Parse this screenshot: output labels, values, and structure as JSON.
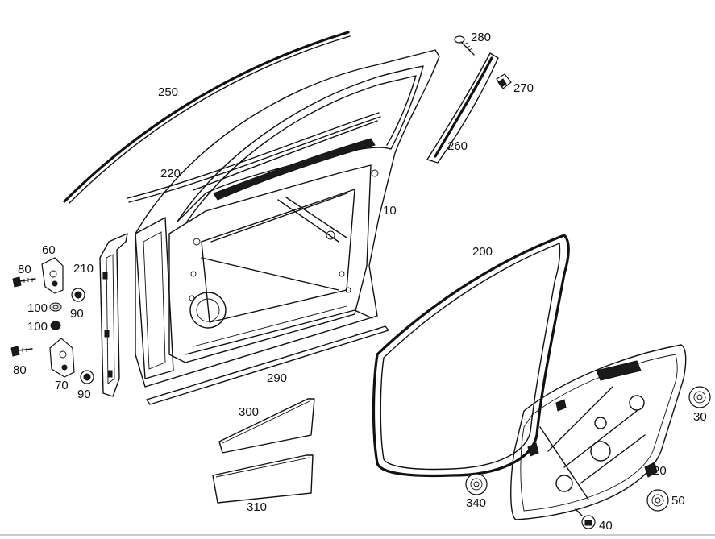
{
  "part_labels": {
    "p10": "10",
    "p20": "20",
    "p30": "30",
    "p40": "40",
    "p50": "50",
    "p60": "60",
    "p70": "70",
    "p80a": "80",
    "p80b": "80",
    "p90a": "90",
    "p90b": "90",
    "p100a": "100",
    "p100b": "100",
    "p200": "200",
    "p210": "210",
    "p220": "220",
    "p250": "250",
    "p260": "260",
    "p270": "270",
    "p280": "280",
    "p290": "290",
    "p300": "300",
    "p310": "310",
    "p340": "340"
  }
}
